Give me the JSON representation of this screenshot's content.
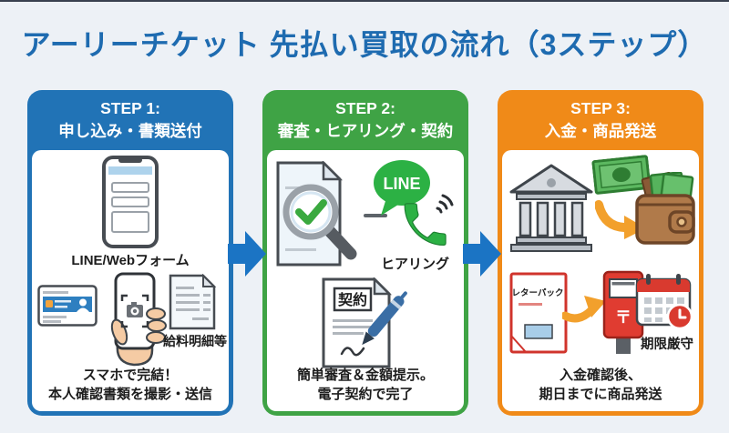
{
  "page": {
    "title": "アーリーチケット 先払い買取の流れ（3ステップ）"
  },
  "colors": {
    "background": "#edf1f6",
    "title_blue": "#1e6bb0",
    "step1_blue": "#2173b6",
    "step2_green": "#3fa345",
    "step3_orange": "#f08a18",
    "flow_arrow_blue": "#1b74c4",
    "line_green": "#2cb144",
    "alert_red": "#d93a2f",
    "hand_skin": "#f5cba4",
    "wallet_brown": "#b07a4a",
    "money_green": "#5cb860",
    "orange_arrow": "#f2a02c"
  },
  "steps": [
    {
      "header_line1": "STEP 1:",
      "header_line2": "申し込み・書類送付",
      "form_label": "LINE/Webフォーム",
      "payslip_label": "給料明細等",
      "caption_line1": "スマホで完結！",
      "caption_line2": "本人確認書類を撮影・送信"
    },
    {
      "header_line1": "STEP 2:",
      "header_line2": "審査・ヒアリング・契約",
      "line_badge": "LINE",
      "hearing_label": "ヒアリング",
      "contract_label": "契約",
      "caption_line1": "簡単審査＆金額提示。",
      "caption_line2": "電子契約で完了"
    },
    {
      "header_line1": "STEP 3:",
      "header_line2": "入金・商品発送",
      "letterpack_label": "レターパック",
      "postmark": "〒",
      "deadline_label": "期限厳守",
      "caption_line1": "入金確認後、",
      "caption_line2": "期日までに商品発送"
    }
  ]
}
